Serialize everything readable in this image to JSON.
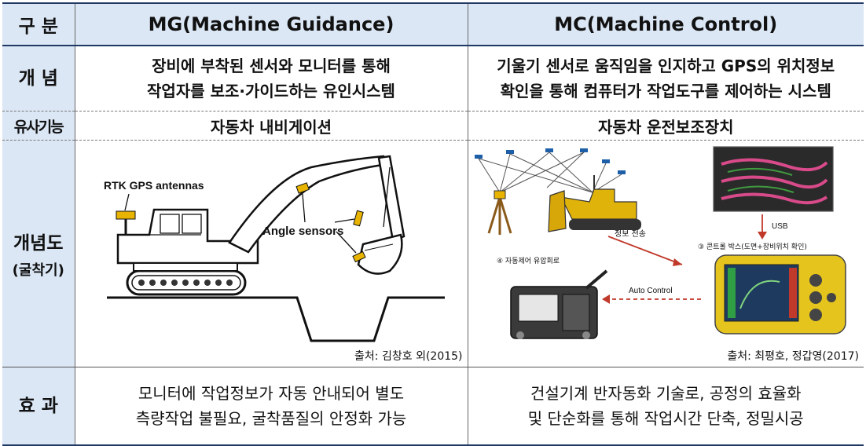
{
  "header": {
    "col0": "구 분",
    "col1": "MG(Machine Guidance)",
    "col2": "MC(Machine Control)"
  },
  "concept": {
    "label": "개 념",
    "mg_lines": [
      "장비에 부착된 센서와 모니터를 통해",
      "작업자를 보조·가이드하는 유인시스템"
    ],
    "mc_lines": [
      "기울기 센서로 움직임을 인지하고 GPS의 위치정보",
      "확인을 통해 컴퓨터가 작업도구를 제어하는 시스템"
    ]
  },
  "similar": {
    "label": "유사기능",
    "mg": "자동차 내비게이션",
    "mc": "자동차 운전보조장치"
  },
  "diagram": {
    "label": "개념도",
    "sublabel": "(굴착기)",
    "mg": {
      "rtk_label": "RTK GPS antennas",
      "angle_label": "Angle sensors",
      "source": "출처: 김창호 외(2015)"
    },
    "mc": {
      "data_transfer": "정보 전송",
      "usb": "USB",
      "control_box": "③ 콘트롤 박스(도면+장비위치 확인)",
      "auto_circuit": "④ 자동제어 유압회로",
      "auto_control": "Auto Control",
      "source": "출처: 최평호, 정갑영(2017)"
    }
  },
  "effect": {
    "label": "효 과",
    "mg_lines": [
      "모니터에 작업정보가 자동 안내되어 별도",
      "측량작업 불필요, 굴착품질의 안정화 가능"
    ],
    "mc_lines": [
      "건설기계 반자동화 기술로, 공정의 효율화",
      "및 단순화를 통해 작업시간 단축, 정밀시공"
    ]
  },
  "colors": {
    "header_bg": "#dbe7f5",
    "rule": "#1f3864",
    "sensor": "#e8b400",
    "arrow": "#c0392b"
  }
}
